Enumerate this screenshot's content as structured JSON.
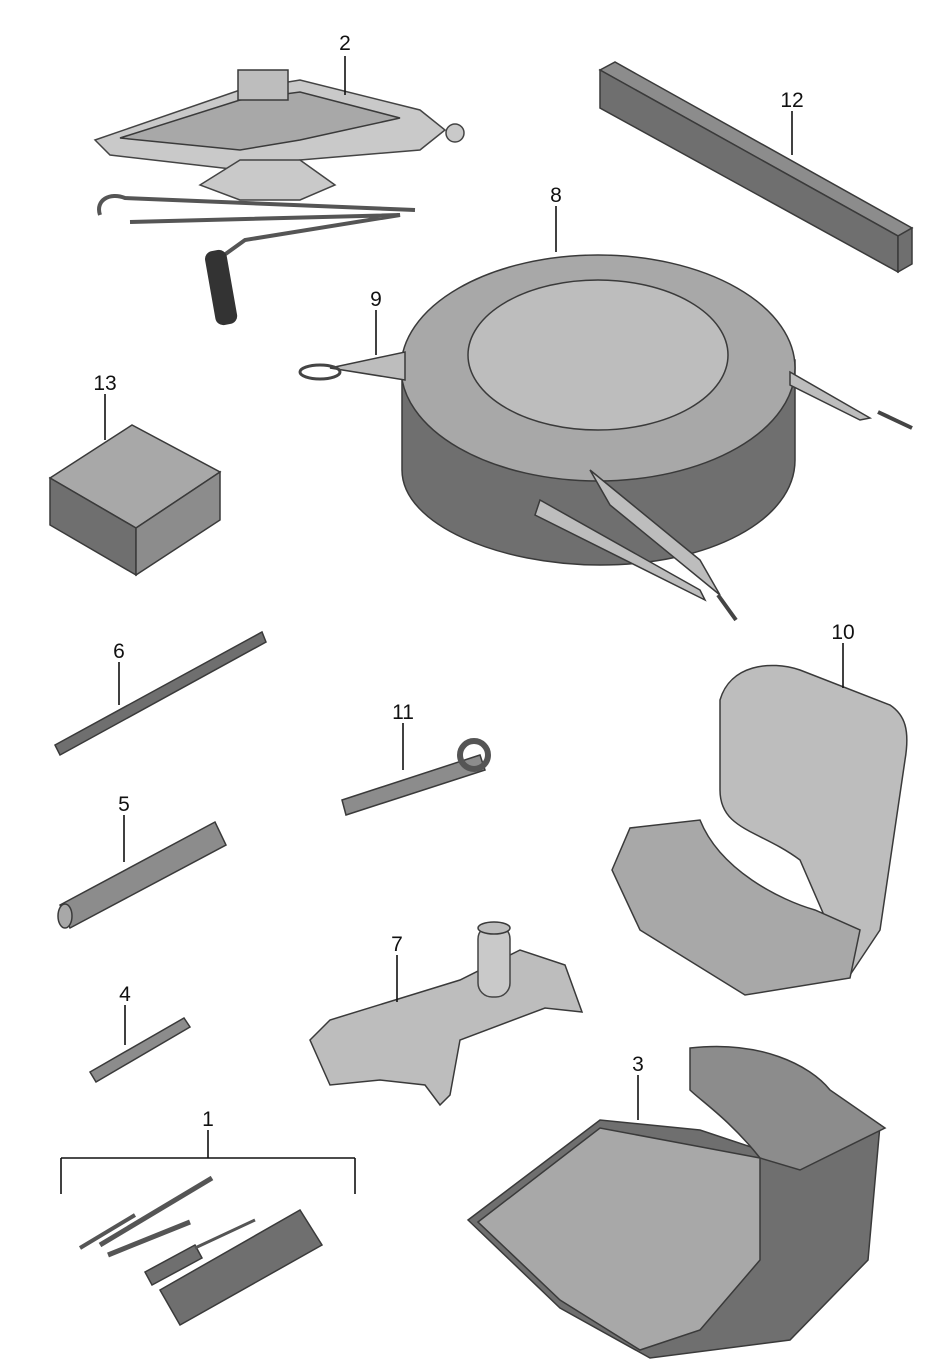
{
  "callouts": {
    "c1": "1",
    "c2": "2",
    "c3": "3",
    "c4": "4",
    "c5": "5",
    "c6": "6",
    "c7": "7",
    "c8": "8",
    "c9": "9",
    "c10": "10",
    "c11": "11",
    "c12": "12",
    "c13": "13"
  },
  "colors": {
    "line": "#111111",
    "background": "#ffffff",
    "part_dark": "#6f6f6f",
    "part_light": "#a8a8a8",
    "metal": "#c9c9c9"
  }
}
